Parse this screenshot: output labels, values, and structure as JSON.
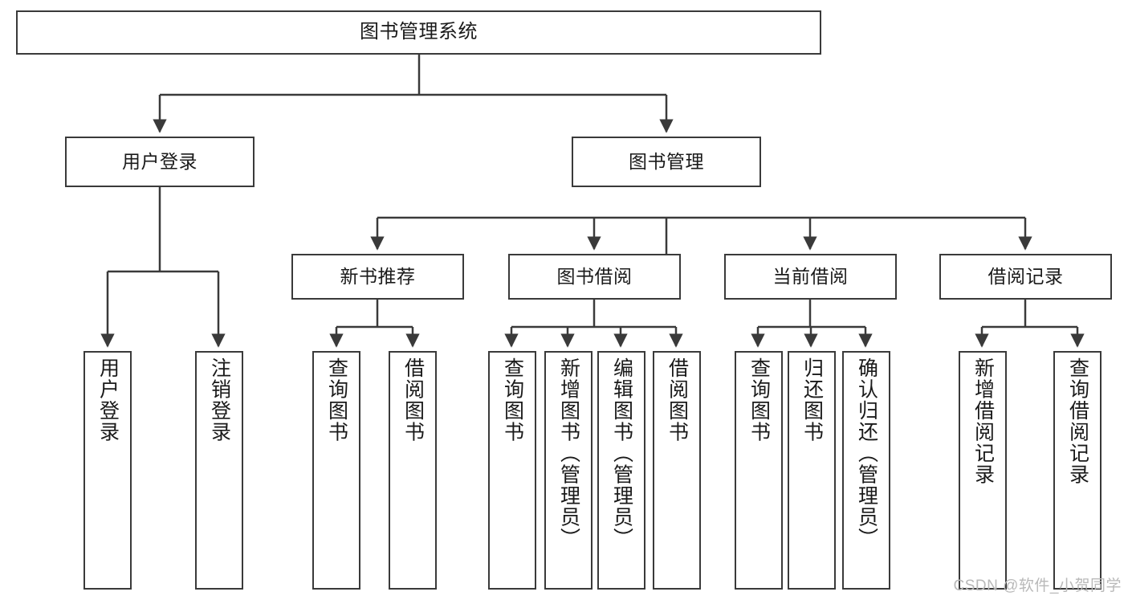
{
  "diagram": {
    "title": "图书管理系统",
    "type": "tree",
    "colors": {
      "stroke": "#3a3a3a",
      "fill": "#ffffff",
      "text": "#1a1a1a",
      "watermark": "#b9b9b9"
    }
  },
  "nodes": {
    "root": {
      "label": "图书管理系统"
    },
    "level2": [
      {
        "label": "用户登录"
      },
      {
        "label": "图书管理"
      }
    ],
    "level3": [
      {
        "label": "新书推荐"
      },
      {
        "label": "图书借阅"
      },
      {
        "label": "当前借阅"
      },
      {
        "label": "借阅记录"
      }
    ],
    "leaves": {
      "user_login": [
        {
          "label": "用户登录"
        },
        {
          "label": "注销登录"
        }
      ],
      "new_book": [
        {
          "label": "查询图书"
        },
        {
          "label": "借阅图书"
        }
      ],
      "book_borrow": [
        {
          "label": "查询图书"
        },
        {
          "label": "新增图书（管理员）"
        },
        {
          "label": "编辑图书（管理员）"
        },
        {
          "label": "借阅图书"
        }
      ],
      "current_borrow": [
        {
          "label": "查询图书"
        },
        {
          "label": "归还图书"
        },
        {
          "label": "确认归还（管理员）"
        }
      ],
      "borrow_record": [
        {
          "label": "新增借阅记录"
        },
        {
          "label": "查询借阅记录"
        }
      ]
    }
  },
  "watermark": {
    "text": "CSDN @软件_小贺同学"
  }
}
